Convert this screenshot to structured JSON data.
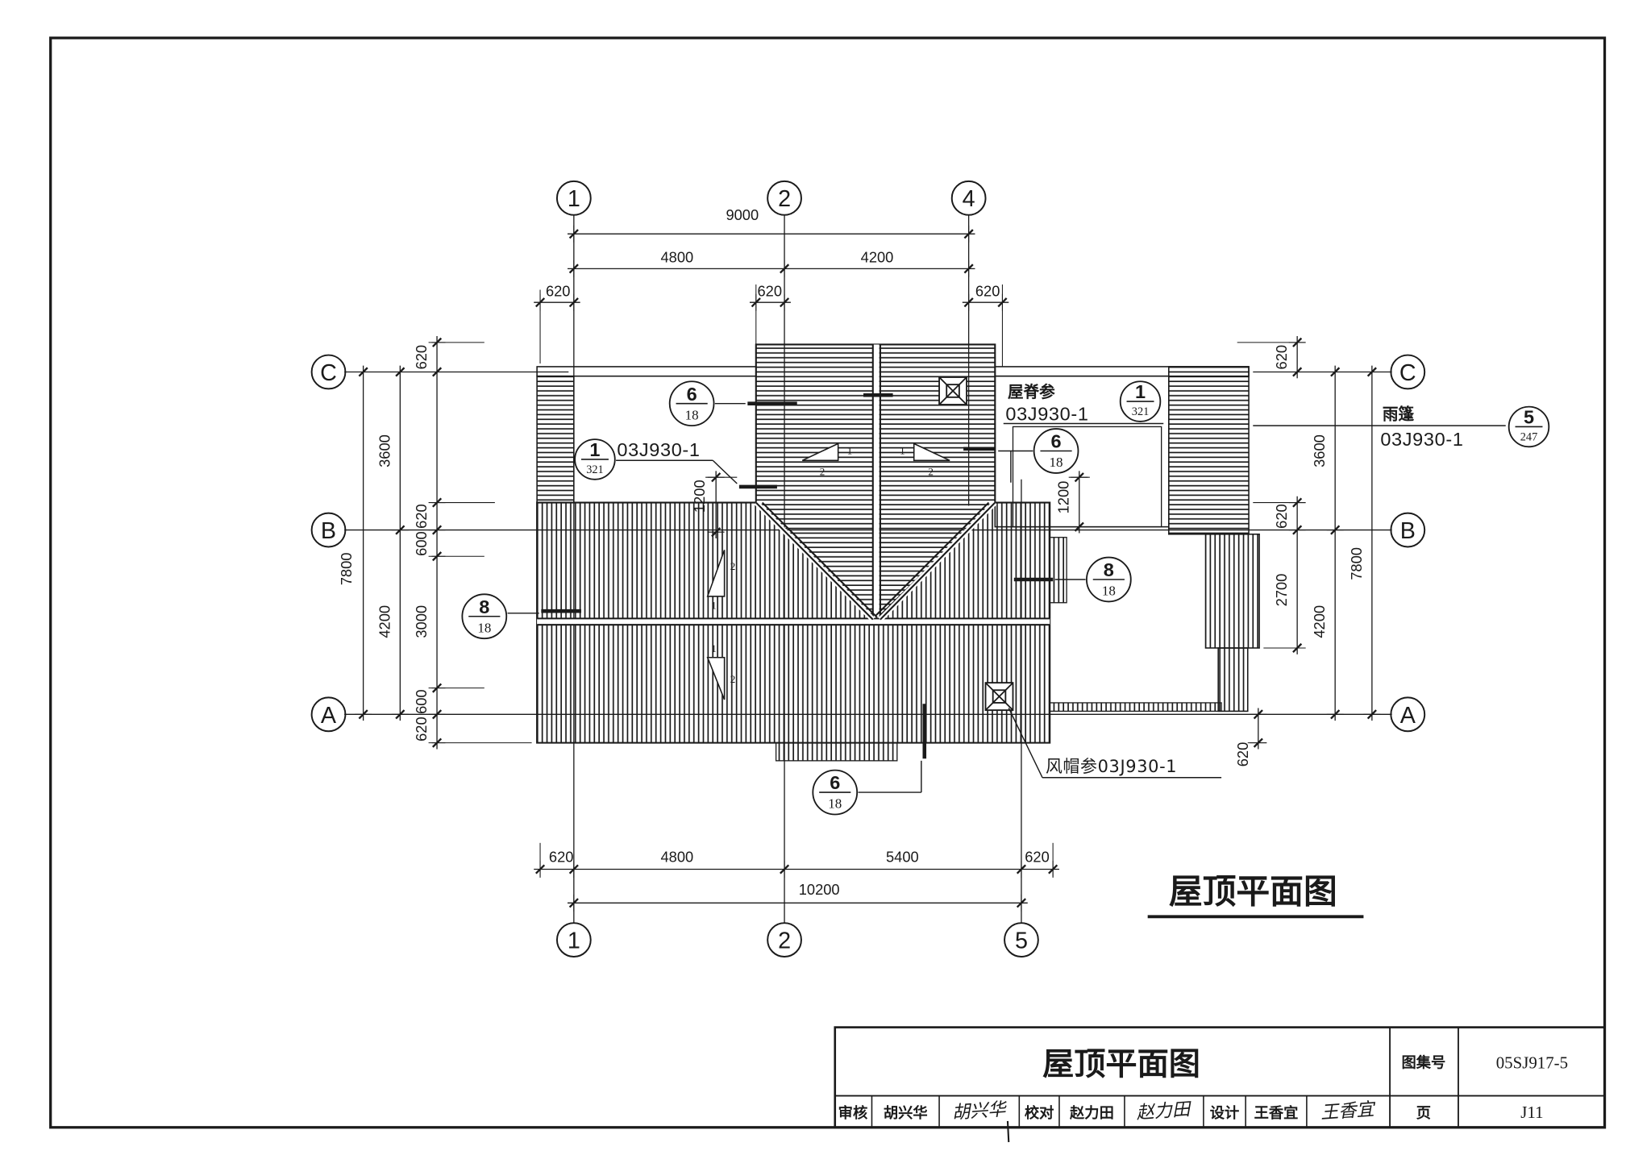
{
  "drawing": {
    "title": "屋顶平面图",
    "axes": {
      "top": [
        "1",
        "2",
        "4"
      ],
      "bottom": [
        "1",
        "2",
        "5"
      ],
      "left": [
        "C",
        "B",
        "A"
      ],
      "right": [
        "C",
        "B",
        "A"
      ]
    },
    "dimensions": {
      "top_total": "9000",
      "top_bays": [
        "4800",
        "4200"
      ],
      "top_overhangs": [
        "620",
        "620",
        "620"
      ],
      "bottom_chain": [
        "620",
        "4800",
        "5400",
        "620"
      ],
      "bottom_total": "10200",
      "left_total": "7800",
      "left_bays": [
        "3600",
        "4200"
      ],
      "left_chain": [
        "620",
        "620",
        "600",
        "3000",
        "600",
        "620"
      ],
      "right_total": "7800",
      "right_bays": [
        "3600",
        "4200"
      ],
      "right_chain": [
        "620",
        "620",
        "2700",
        "620"
      ],
      "inner_left": "1200",
      "inner_right": "1200"
    },
    "callouts": {
      "upper_left_section": {
        "detail": "6",
        "sheet": "18"
      },
      "ridge_left": {
        "detail": "1",
        "sheet": "321"
      },
      "ridge_top": {
        "detail": "1",
        "sheet": "321"
      },
      "upper_right_section": {
        "detail": "6",
        "sheet": "18"
      },
      "left_section": {
        "detail": "8",
        "sheet": "18"
      },
      "right_section": {
        "detail": "8",
        "sheet": "18"
      },
      "bottom_section": {
        "detail": "6",
        "sheet": "18"
      },
      "canopy": {
        "detail": "5",
        "sheet": "247"
      }
    },
    "notes": {
      "ridge_label": "屋脊参",
      "ridge_ref": "03J930-1",
      "ridge_left_ref": "03J930-1",
      "canopy_label": "雨篷",
      "canopy_ref": "03J930-1",
      "vent_note": "风帽参03J930-1"
    },
    "slope": {
      "rise": "1",
      "run": "2"
    }
  },
  "title_block": {
    "title": "屋顶平面图",
    "atlas_label": "图集号",
    "atlas_no": "05SJ917-5",
    "review_label": "审核",
    "reviewer": "胡兴华",
    "check_label": "校对",
    "checker": "赵力田",
    "design_label": "设计",
    "designer": "王香宜",
    "page_label": "页",
    "page_no": "J11",
    "signatures": [
      "胡兴华",
      "赵力田",
      "王香宜"
    ]
  }
}
